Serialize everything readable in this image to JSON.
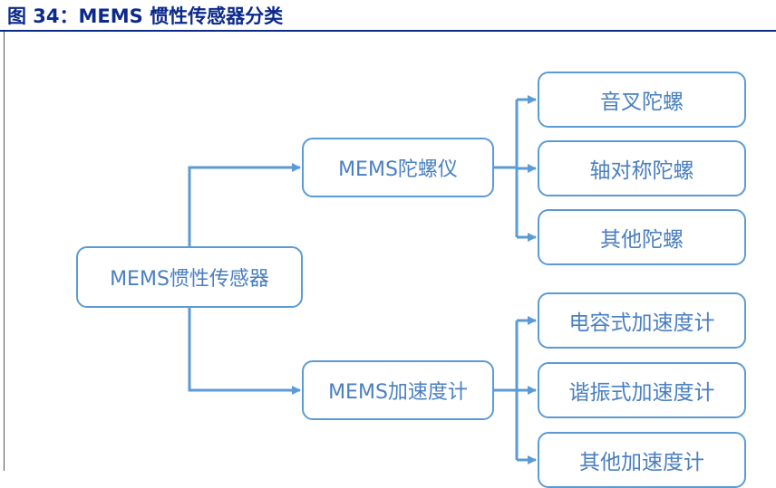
{
  "title": "图 34：MEMS 惯性传感器分类",
  "diagram": {
    "root": "MEMS惯性传感器",
    "branches": [
      {
        "label": "MEMS陀螺仪",
        "children": [
          "音叉陀螺",
          "轴对称陀螺",
          "其他陀螺"
        ]
      },
      {
        "label": "MEMS加速度计",
        "children": [
          "电容式加速度计",
          "谐振式加速度计",
          "其他加速度计"
        ]
      }
    ]
  },
  "colors": {
    "title": "#0b2a8a",
    "node_border": "#5b9bd5",
    "node_text": "#4a7fc0",
    "connector": "#5b9bd5"
  }
}
